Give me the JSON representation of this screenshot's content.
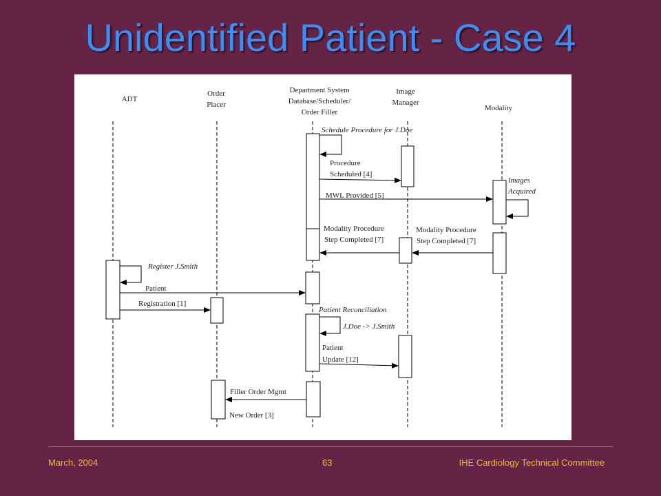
{
  "slide": {
    "title": "Unidentified Patient - Case 4",
    "colors": {
      "background": "#652345",
      "title": "#3d8ef2",
      "footer": "#e8c020",
      "panel": "#ffffff"
    }
  },
  "actors": {
    "adt": "ADT",
    "order_placer_1": "Order",
    "order_placer_2": "Placer",
    "dss_1": "Department System",
    "dss_2": "Database/Scheduler/",
    "dss_3": "Order Filler",
    "image_manager_1": "Image",
    "image_manager_2": "Manager",
    "modality": "Modality"
  },
  "messages": {
    "schedule_procedure": "Schedule Procedure for J.Doe",
    "procedure_scheduled_1": "Procedure",
    "procedure_scheduled_2": "Scheduled [4]",
    "images_acquired_1": "Images",
    "images_acquired_2": "Acquired",
    "mwl_provided": "MWL Provided [5]",
    "mpps_dss_1": "Modality Procedure",
    "mpps_dss_2": "Step Completed [7]",
    "mpps_im_1": "Modality Procedure",
    "mpps_im_2": "Step Completed [7]",
    "register_jsmith": "Register J.Smith",
    "patient_registration_1": "Patient",
    "patient_registration_2": "Registration [1]",
    "patient_reconciliation": "Patient Reconciliation",
    "jdoe_to_jsmith": "J.Doe -> J.Smith",
    "patient_update_1": "Patient",
    "patient_update_2": "Update [12]",
    "filler_order_mgmt_1": "Filler Order Mgmt",
    "filler_order_mgmt_2": "New Order [3]"
  },
  "footer": {
    "date": "March, 2004",
    "page": "63",
    "committee": "IHE Cardiology Technical Committee"
  }
}
